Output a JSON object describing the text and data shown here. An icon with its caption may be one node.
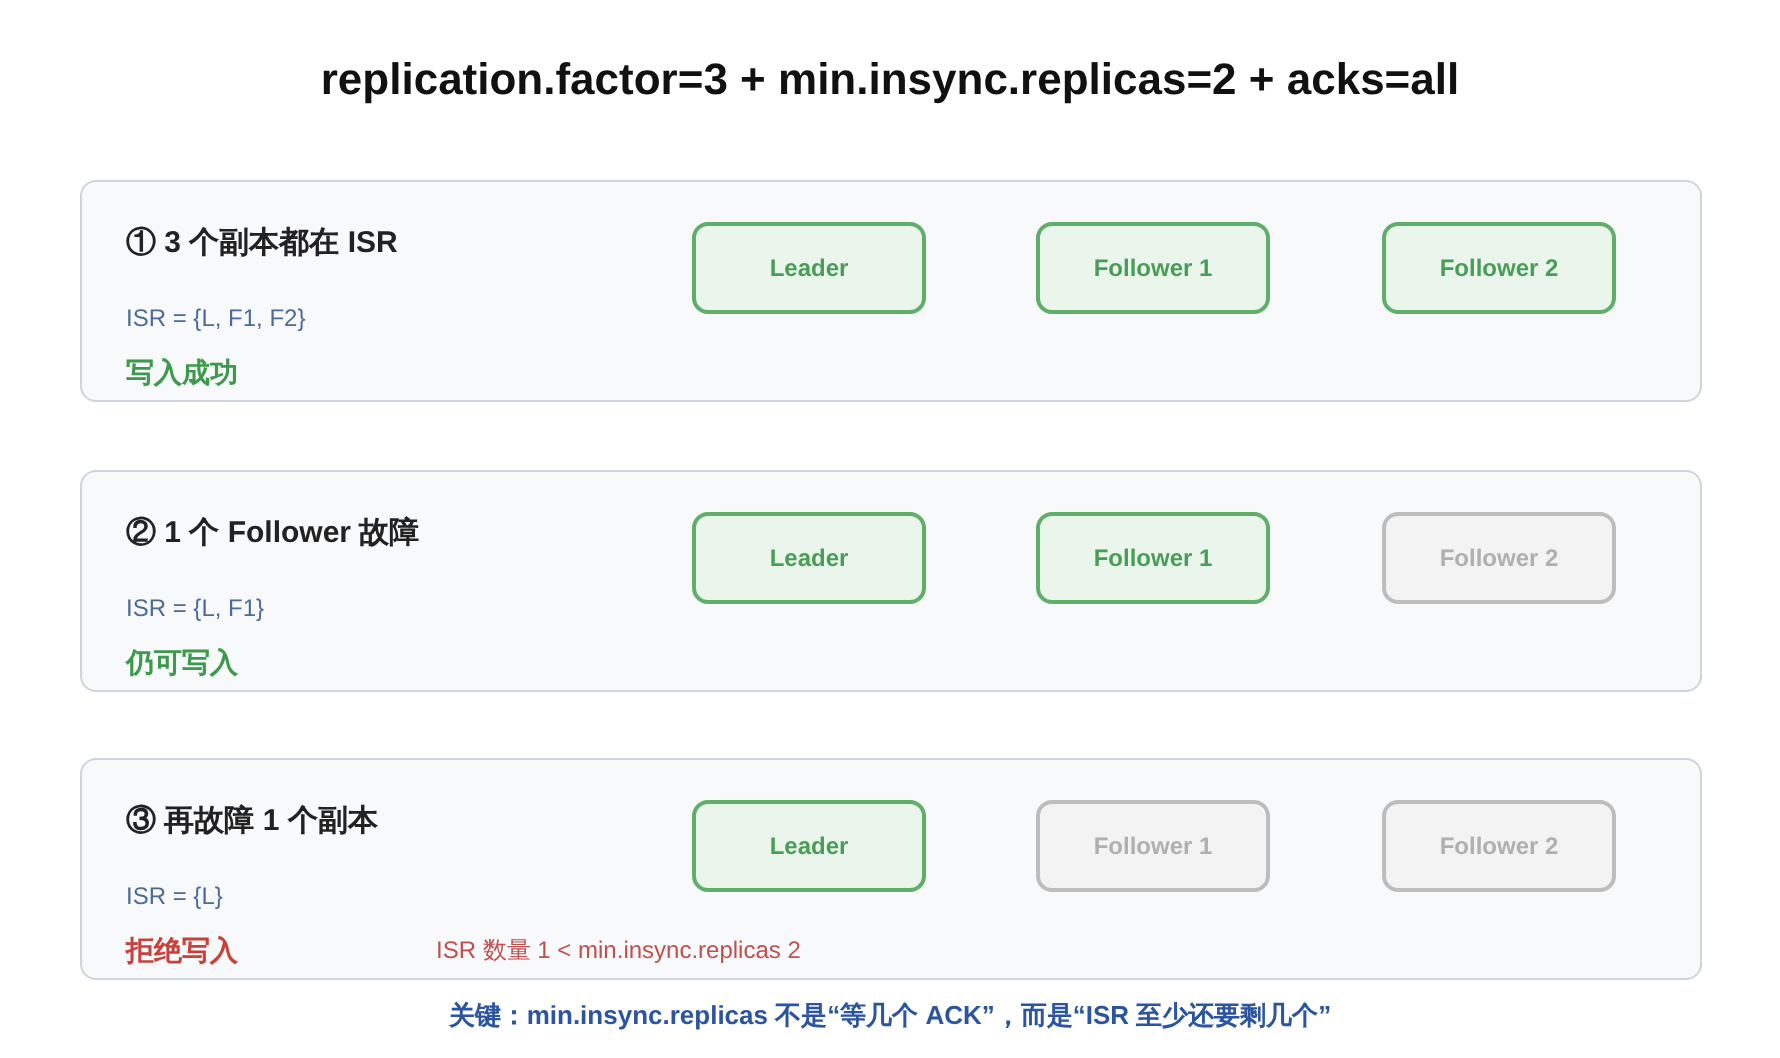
{
  "diagram": {
    "title": "replication.factor=3 + min.insync.replicas=2 + acks=all",
    "nodes": [
      {
        "text": [
          "① 3 个副本都在 ISR",
          "ISR = {L, F1, F2}",
          "写入成功"
        ]
      },
      {
        "text": [
          "Leader"
        ],
        "in": 0
      },
      {
        "text": [
          "Follower 1"
        ],
        "in": 0
      },
      {
        "text": [
          "Follower 2"
        ],
        "in": 0
      },
      {
        "text": [
          "② 1 个 Follower 故障",
          "ISR = {L, F1}",
          "仍可写入"
        ]
      },
      {
        "text": [
          "Leader"
        ],
        "in": 4
      },
      {
        "text": [
          "Follower 1"
        ],
        "in": 4
      },
      {
        "text": [
          "Follower 2"
        ],
        "in": 4
      },
      {
        "text": [
          "③ 再故障 1 个副本",
          "ISR = {L}",
          "拒绝写入",
          "ISR 数量 1 < min.insync.replicas 2"
        ]
      },
      {
        "text": [
          "Leader"
        ],
        "in": 8
      },
      {
        "text": [
          "Follower 1"
        ],
        "in": 8
      },
      {
        "text": [
          "Follower 2"
        ],
        "in": 8
      }
    ],
    "caption": "关键：min.insync.replicas 不是“等几个 ACK”，而是“ISR 至少还要剩几个”"
  }
}
